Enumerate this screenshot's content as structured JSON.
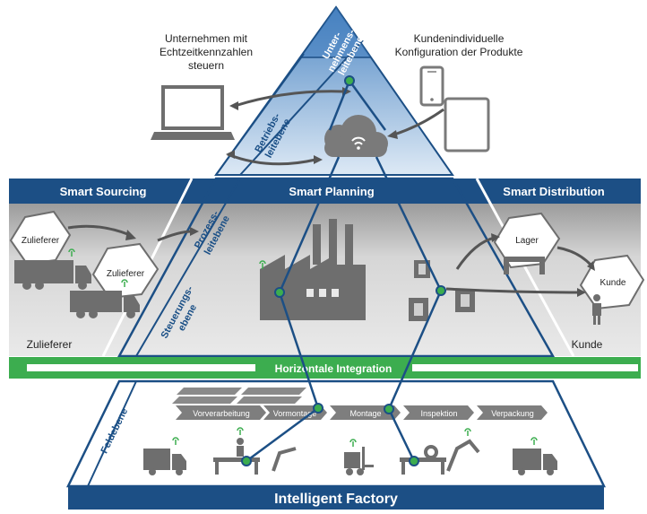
{
  "top": {
    "left_lines": [
      "Unternehmen mit",
      "Echtzeitkennzahlen",
      "steuern"
    ],
    "right_lines": [
      "Kundenindividuelle",
      "Konfiguration der Produkte"
    ]
  },
  "bands": {
    "smart_sourcing": "Smart Sourcing",
    "smart_planning": "Smart Planning",
    "smart_distribution": "Smart Distribution"
  },
  "levels": {
    "unternehmen": [
      "Unter-",
      "nehmens-",
      "leitebene"
    ],
    "betrieb": [
      "Betriebs-",
      "leitebene"
    ],
    "prozess": [
      "Prozess-",
      "leitebene"
    ],
    "steuerung": [
      "Steuerungs-",
      "ebene"
    ],
    "feld": "Feldebene"
  },
  "hexagons": {
    "zulieferer_1": "Zulieferer",
    "zulieferer_2": "Zulieferer",
    "lager": "Lager",
    "kunde": "Kunde"
  },
  "side_labels": {
    "left": "Zulieferer",
    "right": "Kunde"
  },
  "integration": "Horizontale Integration",
  "process_steps": [
    "Vorverarbeitung",
    "Vormontage",
    "Montage",
    "Inspektion",
    "Verpackung"
  ],
  "footer": "Intelligent Factory",
  "colors": {
    "navy": "#1c4f85",
    "light_blue": "#6f9fcf",
    "green": "#3cad4f",
    "grey_band": "#dcdcdc",
    "icon_grey": "#6e6e6e"
  }
}
